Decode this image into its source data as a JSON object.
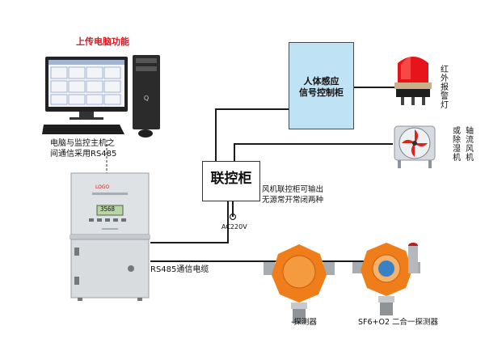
{
  "computer": {
    "upload_title": "上传电脑功能",
    "caption_line1": "电脑与监控主机之",
    "caption_line2": "间通信采用RS485"
  },
  "signal_cabinet": {
    "line1": "人体感应",
    "line2": "信号控制柜"
  },
  "linkage_cabinet": {
    "label": "联控柜",
    "note_line1": "风机联控柜可输出",
    "note_line2": "无源常开常闭两种",
    "power": "AC220V"
  },
  "alarm_light": {
    "label": "红外报警灯"
  },
  "fan": {
    "label_col1": "轴流风机",
    "label_col2": "或除湿机"
  },
  "controller": {
    "display_value": "3568",
    "cable_label": "RS485通信电缆"
  },
  "detectors": {
    "single_label": "-探测器",
    "combo_label": "SF6+O2 二合一探测器"
  }
}
